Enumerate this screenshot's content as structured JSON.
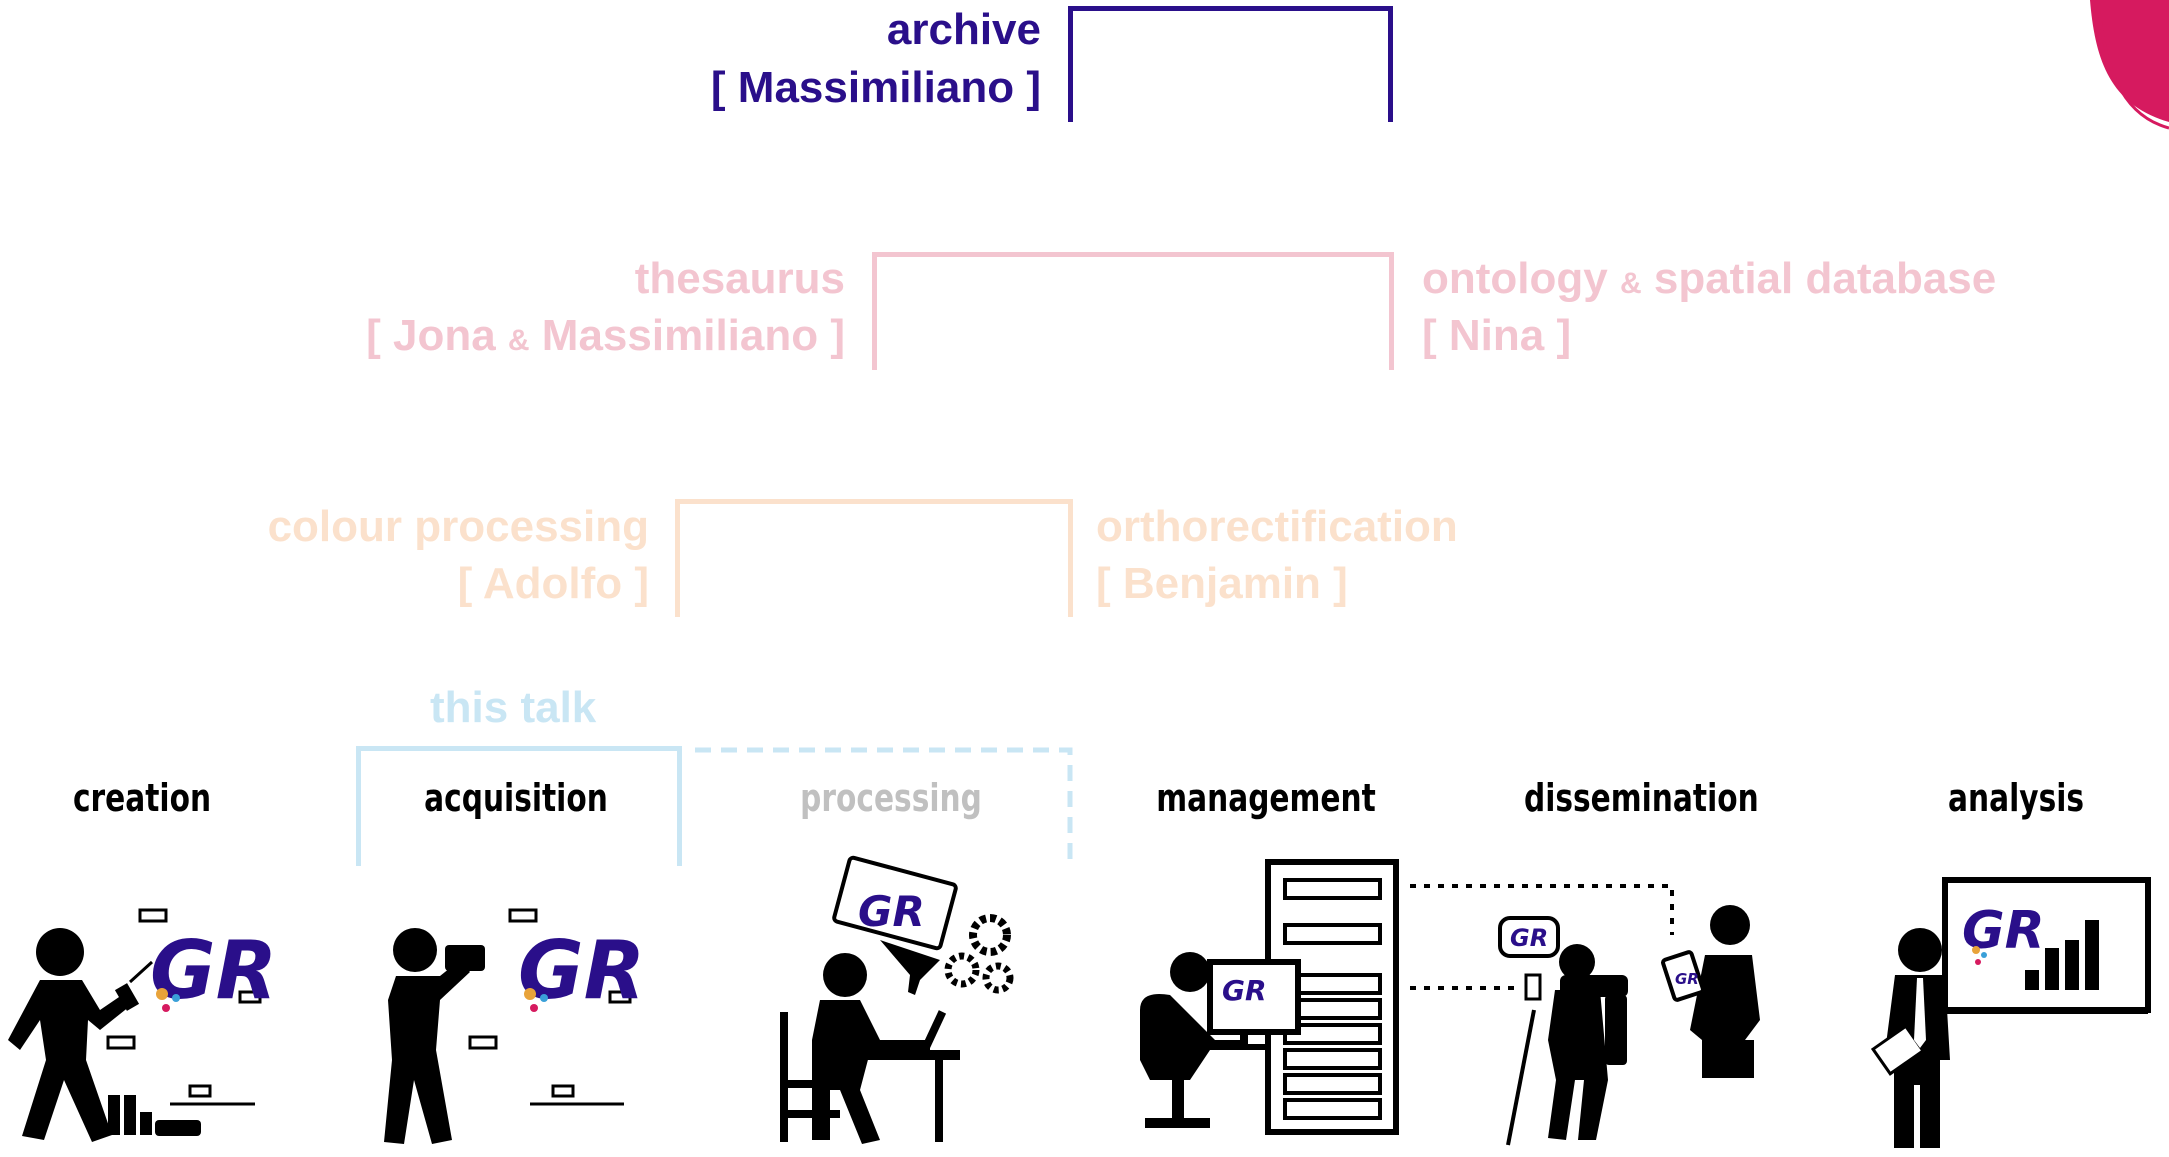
{
  "colors": {
    "archive": "#2a0f8a",
    "database": "#f3c5d0",
    "processing": "#fbe1cc",
    "talk": "#c9e6f4",
    "logo": "#2a0f8a",
    "accent": "#d61a5f",
    "stage_text": "#000000",
    "stage_muted": "#c0c0c0"
  },
  "archive": {
    "title": "archive",
    "person": "[ Massimiliano ]"
  },
  "thesaurus": {
    "title": "thesaurus",
    "person_pre": "[ Jona ",
    "amp": "&",
    "person_post": " Massimiliano ]"
  },
  "ontology": {
    "title_pre": "ontology ",
    "amp": "&",
    "title_post": " spatial database",
    "person": "[ Nina ]"
  },
  "colour_processing": {
    "title": "colour processing",
    "person": "[ Adolfo ]"
  },
  "orthorectification": {
    "title": "orthorectification",
    "person": "[ Benjamin ]"
  },
  "talk": {
    "label": "this talk"
  },
  "stages": [
    {
      "label": "creation",
      "muted": false
    },
    {
      "label": "acquisition",
      "muted": false
    },
    {
      "label": "processing",
      "muted": true
    },
    {
      "label": "management",
      "muted": false
    },
    {
      "label": "dissemination",
      "muted": false
    },
    {
      "label": "analysis",
      "muted": false
    }
  ],
  "icons": [
    "graffiti-writer-icon",
    "photographer-icon",
    "computer-processing-icon",
    "server-management-icon",
    "dissemination-icon",
    "analysis-presentation-icon"
  ],
  "logo_text": "GR"
}
